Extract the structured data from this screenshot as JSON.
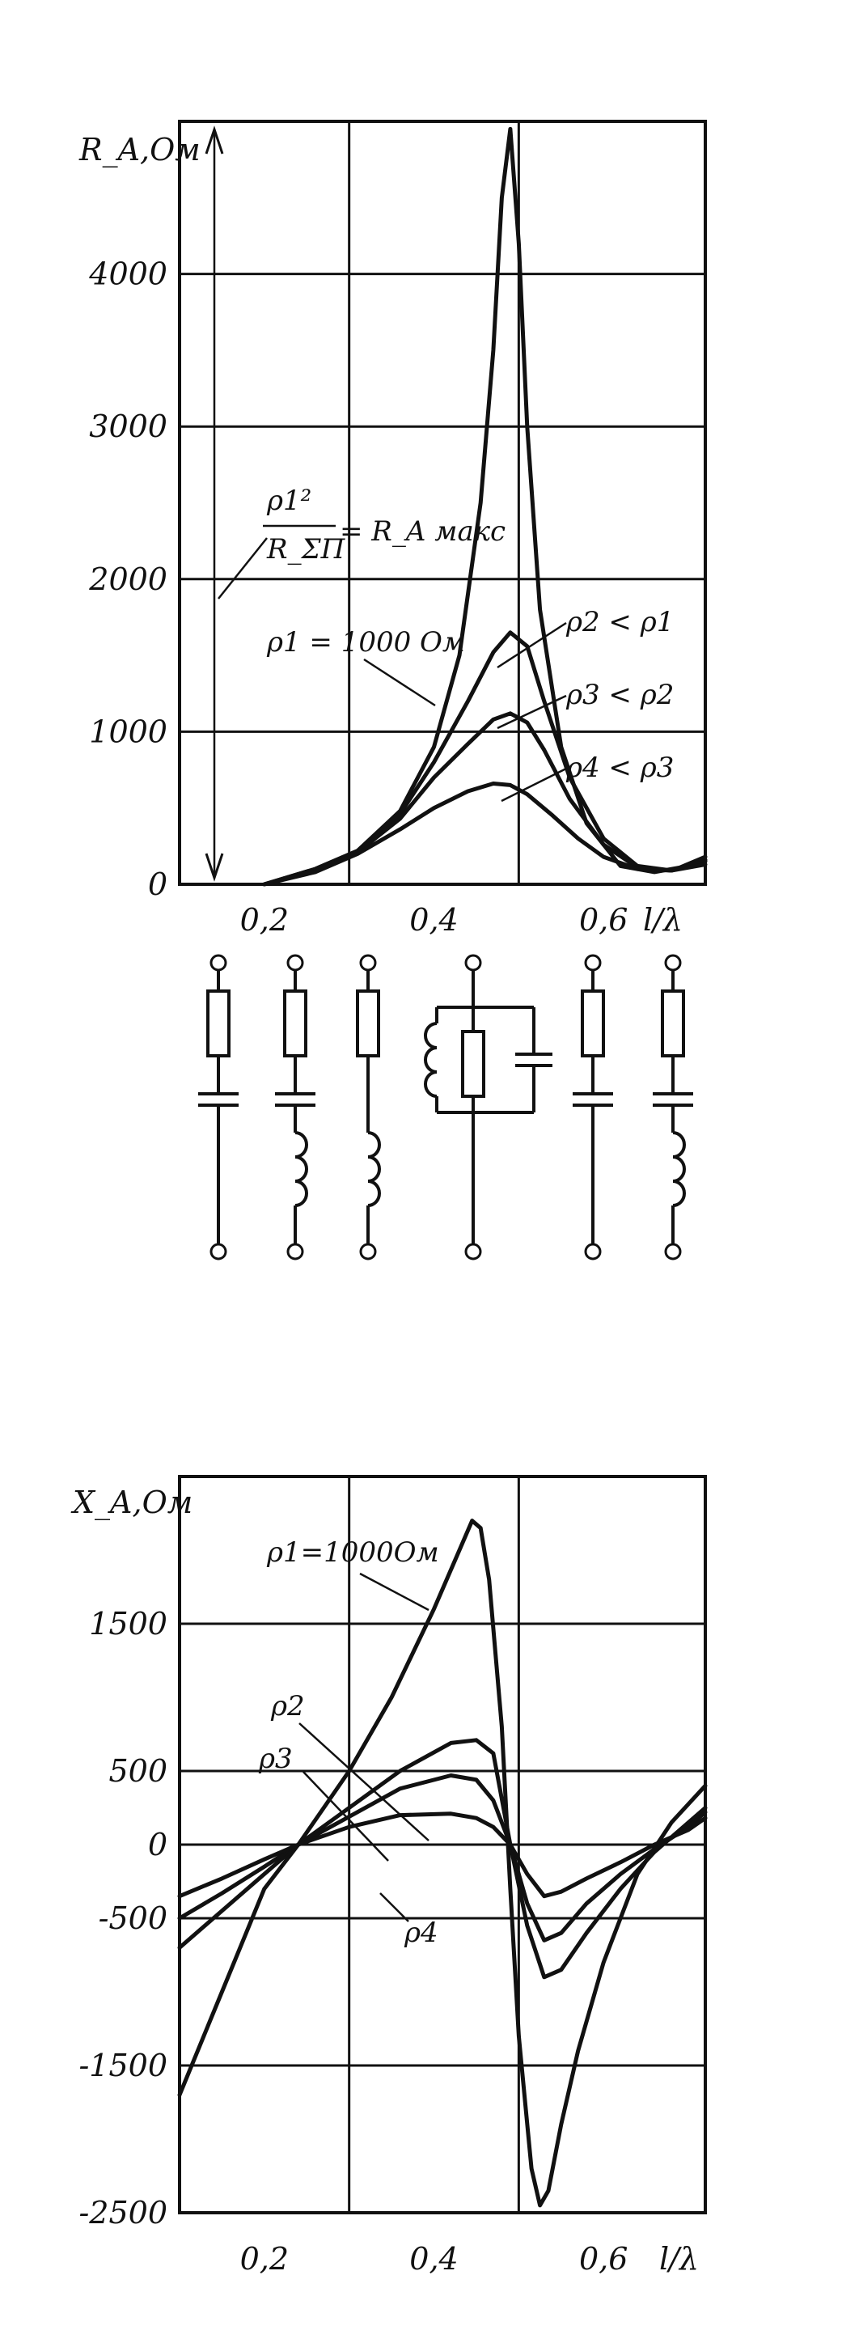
{
  "chart_data": [
    {
      "type": "line",
      "title": "",
      "ylabel": "R_A,Ом",
      "xlabel": "l/λ",
      "xlim": [
        0.1,
        0.72
      ],
      "ylim": [
        0,
        5000
      ],
      "grid": true,
      "x_ticks": [
        "0,2",
        "0,4",
        "0,6"
      ],
      "y_ticks": [
        "0",
        "1000",
        "2000",
        "3000",
        "4000"
      ],
      "series": [
        {
          "name": "ρ1 = 1000 Ом",
          "x": [
            0.2,
            0.26,
            0.31,
            0.36,
            0.4,
            0.43,
            0.455,
            0.47,
            0.48,
            0.49,
            0.5,
            0.51,
            0.525,
            0.55,
            0.58,
            0.62,
            0.66,
            0.69,
            0.72
          ],
          "y": [
            0,
            100,
            220,
            480,
            900,
            1500,
            2500,
            3500,
            4500,
            4950,
            4200,
            3000,
            1800,
            900,
            400,
            120,
            80,
            110,
            180
          ]
        },
        {
          "name": "ρ2 < ρ1",
          "x": [
            0.2,
            0.26,
            0.31,
            0.36,
            0.4,
            0.44,
            0.47,
            0.49,
            0.51,
            0.53,
            0.56,
            0.6,
            0.64,
            0.68,
            0.72
          ],
          "y": [
            0,
            100,
            220,
            460,
            800,
            1200,
            1520,
            1650,
            1560,
            1200,
            700,
            300,
            120,
            90,
            160
          ]
        },
        {
          "name": "ρ3 < ρ2",
          "x": [
            0.2,
            0.26,
            0.31,
            0.36,
            0.4,
            0.44,
            0.47,
            0.49,
            0.51,
            0.53,
            0.56,
            0.6,
            0.64,
            0.68,
            0.72
          ],
          "y": [
            0,
            90,
            210,
            430,
            700,
            920,
            1080,
            1120,
            1060,
            880,
            560,
            260,
            110,
            90,
            150
          ]
        },
        {
          "name": "ρ4 < ρ3",
          "x": [
            0.2,
            0.26,
            0.31,
            0.36,
            0.4,
            0.44,
            0.47,
            0.49,
            0.51,
            0.54,
            0.57,
            0.6,
            0.64,
            0.68,
            0.72
          ],
          "y": [
            0,
            80,
            200,
            360,
            500,
            610,
            660,
            650,
            590,
            450,
            300,
            180,
            100,
            90,
            130
          ]
        }
      ],
      "annotations": [
        "ρ1²",
        "R_ΣП",
        "= R_A макс"
      ]
    },
    {
      "type": "line",
      "title": "",
      "ylabel": "X_A,Ом",
      "xlabel": "l/λ",
      "xlim": [
        0.1,
        0.72
      ],
      "ylim": [
        -2500,
        2500
      ],
      "grid": true,
      "x_ticks": [
        "0,2",
        "0,4",
        "0,6"
      ],
      "y_ticks": [
        "1500",
        "500",
        "0",
        "-500",
        "-1500",
        "-2500"
      ],
      "series": [
        {
          "name": "ρ1=1000Ом",
          "x": [
            0.1,
            0.15,
            0.2,
            0.24,
            0.3,
            0.35,
            0.4,
            0.43,
            0.445,
            0.455,
            0.465,
            0.48,
            0.49,
            0.5,
            0.515,
            0.525,
            0.535,
            0.55,
            0.57,
            0.6,
            0.64,
            0.68,
            0.72
          ],
          "y": [
            -1700,
            -1000,
            -300,
            0,
            500,
            1000,
            1600,
            2000,
            2200,
            2150,
            1800,
            800,
            -300,
            -1300,
            -2200,
            -2450,
            -2350,
            -1900,
            -1400,
            -800,
            -200,
            150,
            400
          ]
        },
        {
          "name": "ρ2",
          "x": [
            0.1,
            0.15,
            0.2,
            0.24,
            0.3,
            0.36,
            0.42,
            0.45,
            0.47,
            0.49,
            0.51,
            0.53,
            0.55,
            0.58,
            0.62,
            0.66,
            0.7,
            0.72
          ],
          "y": [
            -700,
            -450,
            -200,
            0,
            250,
            500,
            690,
            710,
            620,
            0,
            -550,
            -900,
            -850,
            -600,
            -300,
            -50,
            150,
            250
          ]
        },
        {
          "name": "ρ3",
          "x": [
            0.1,
            0.15,
            0.2,
            0.24,
            0.3,
            0.36,
            0.42,
            0.45,
            0.47,
            0.49,
            0.51,
            0.53,
            0.55,
            0.58,
            0.62,
            0.66,
            0.7,
            0.72
          ],
          "y": [
            -500,
            -330,
            -150,
            0,
            190,
            380,
            470,
            440,
            300,
            0,
            -400,
            -650,
            -600,
            -400,
            -200,
            -30,
            120,
            220
          ]
        },
        {
          "name": "ρ4",
          "x": [
            0.1,
            0.15,
            0.2,
            0.24,
            0.3,
            0.36,
            0.42,
            0.45,
            0.47,
            0.49,
            0.51,
            0.53,
            0.55,
            0.58,
            0.62,
            0.66,
            0.7,
            0.72
          ],
          "y": [
            -350,
            -230,
            -100,
            0,
            120,
            200,
            210,
            180,
            120,
            0,
            -200,
            -350,
            -320,
            -230,
            -120,
            0,
            100,
            180
          ]
        }
      ]
    }
  ]
}
